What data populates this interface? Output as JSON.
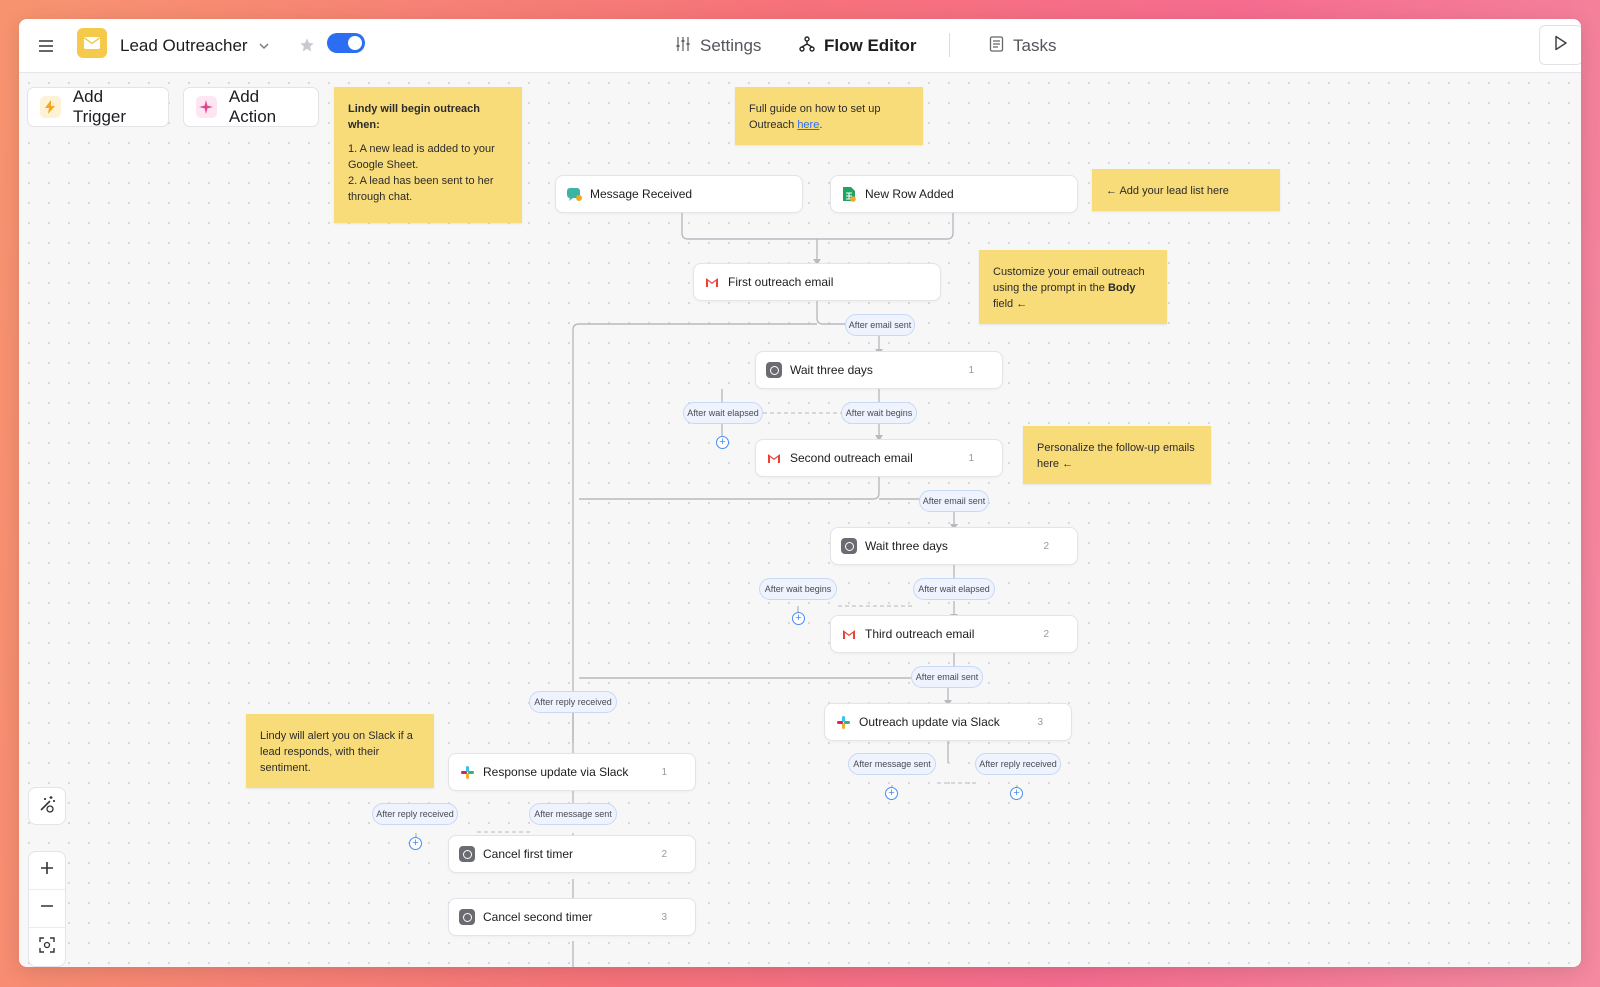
{
  "header": {
    "title": "Lead Outreacher",
    "tabs": [
      {
        "label": "Settings",
        "icon": "sliders-icon"
      },
      {
        "label": "Flow Editor",
        "icon": "flow-icon"
      },
      {
        "label": "Tasks",
        "icon": "tasks-icon"
      }
    ],
    "active_tab": "Flow Editor",
    "toggle_on": true,
    "accent": "#2b6ef2"
  },
  "toolbar": {
    "add_trigger": "Add Trigger",
    "add_action": "Add Action"
  },
  "notes": {
    "begin_title": "Lindy will begin outreach when:",
    "begin_item1": "1. A new lead is added to your Google Sheet.",
    "begin_item2": "2. A lead has been sent to her through chat.",
    "guide_text": "Full guide on how to set up Outreach",
    "guide_link": "here",
    "lead_list": "← Add your lead list here",
    "customize_pre": "Customize your email outreach using the prompt in the",
    "customize_bold": "Body",
    "customize_post": "field ←",
    "personalize": "Personalize the follow-up emails here ←",
    "slack_alert": "Lindy will alert you on Slack if a lead responds, with their sentiment."
  },
  "nodes": {
    "message_received": "Message Received",
    "new_row_added": "New Row Added",
    "first_email": "First outreach email",
    "wait1": "Wait three days",
    "wait1_badge": "1",
    "second_email": "Second outreach email",
    "second_badge": "1",
    "wait2": "Wait three days",
    "wait2_badge": "2",
    "third_email": "Third outreach email",
    "third_badge": "2",
    "outreach_slack": "Outreach update via Slack",
    "outreach_slack_badge": "3",
    "response_slack": "Response update via Slack",
    "response_slack_badge": "1",
    "cancel_first": "Cancel first timer",
    "cancel_first_badge": "2",
    "cancel_second": "Cancel second timer",
    "cancel_second_badge": "3"
  },
  "pills": {
    "after_email_sent_1": "After email sent",
    "after_wait_elapsed_1": "After wait elapsed",
    "after_wait_begins_1": "After wait begins",
    "after_email_sent_2": "After email sent",
    "after_wait_begins_2": "After wait begins",
    "after_wait_elapsed_2": "After wait elapsed",
    "after_email_sent_3": "After email sent",
    "after_reply_received_1": "After reply received",
    "after_message_sent_1": "After message sent",
    "after_reply_received_2": "After reply received",
    "after_reply_received_3": "After reply received",
    "after_message_sent_2": "After message sent"
  },
  "plus_symbol": "+"
}
